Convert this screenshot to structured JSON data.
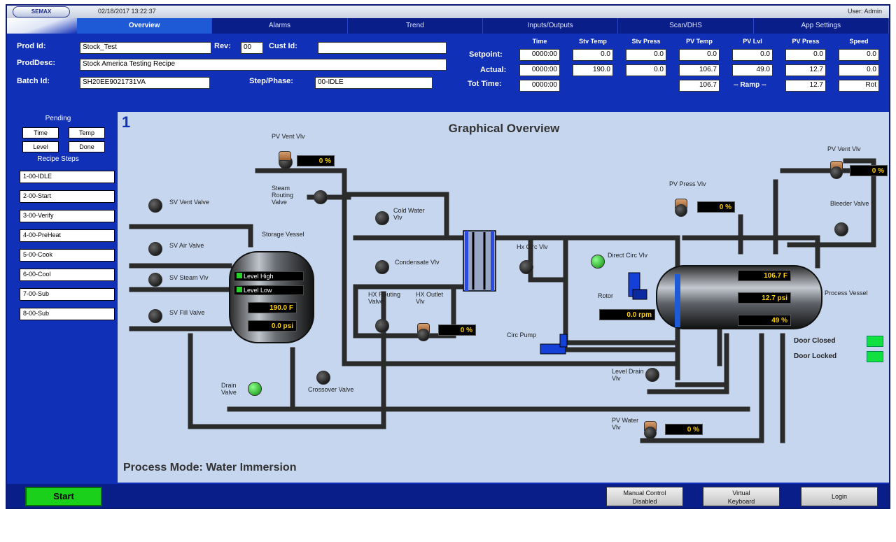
{
  "titlebar": {
    "logo": "SEMAX",
    "datetime": "02/18/2017 13:22:37",
    "user": "User: Admin"
  },
  "tabs": [
    "Overview",
    "Alarms",
    "Trend",
    "Inputs/Outputs",
    "Scan/DHS",
    "App Settings"
  ],
  "header": {
    "prod_id_label": "Prod Id:",
    "prod_id": "Stock_Test",
    "rev_label": "Rev:",
    "rev": "00",
    "cust_label": "Cust Id:",
    "cust": "",
    "prod_desc_label": "ProdDesc:",
    "prod_desc": "Stock America Testing Recipe",
    "batch_label": "Batch Id:",
    "batch": "SH20EE9021731VA",
    "step_label": "Step/Phase:",
    "step": "00-IDLE",
    "row_labels": {
      "setpoint": "Setpoint:",
      "actual": "Actual:",
      "tot_time": "Tot Time:"
    },
    "columns": [
      {
        "name": "Time",
        "setpoint": "0000:00",
        "actual": "0000:00",
        "tot": "0000:00"
      },
      {
        "name": "Stv Temp",
        "setpoint": "0.0",
        "actual": "190.0",
        "tot": ""
      },
      {
        "name": "Stv Press",
        "setpoint": "0.0",
        "actual": "0.0",
        "tot": ""
      },
      {
        "name": "PV Temp",
        "setpoint": "0.0",
        "actual": "106.7",
        "tot": "106.7"
      },
      {
        "name": "PV Lvl",
        "setpoint": "0.0",
        "actual": "49.0",
        "tot": ""
      },
      {
        "name": "PV Press",
        "setpoint": "0.0",
        "actual": "12.7",
        "tot": "12.7"
      },
      {
        "name": "Speed",
        "setpoint": "0.0",
        "actual": "0.0",
        "tot": "Rot"
      }
    ],
    "ramp_label": "-- Ramp --"
  },
  "left": {
    "pending_label": "Pending",
    "recipe_steps_label": "Recipe Steps",
    "buttons": [
      "Time",
      "Temp",
      "Level",
      "Done"
    ],
    "steps": [
      "1-00-IDLE",
      "2-00-Start",
      "3-00-Verify",
      "4-00-PreHeat",
      "5-00-Cook",
      "6-00-Cool",
      "7-00-Sub",
      "8-00-Sub"
    ]
  },
  "graphic": {
    "num": "1",
    "title": "Graphical Overview",
    "process_mode": "Process Mode: Water Immersion",
    "labels": {
      "pv_vent": "PV Vent Vlv",
      "steam_routing": "Steam Routing Valve",
      "sv_vent": "SV Vent Valve",
      "sv_air": "SV Air Valve",
      "sv_steam": "SV Steam Vlv",
      "sv_fill": "SV Fill Valve",
      "storage": "Storage Vessel",
      "cold_water": "Cold Water Vlv",
      "condensate": "Condensate Vlv",
      "hx_routing": "HX Routing Valve",
      "hx_outlet": "HX Outlet Vlv",
      "hx_circ": "Hx Circ Vlv",
      "direct_circ": "Direct Circ Vlv",
      "rotor": "Rotor",
      "circ_pump": "Circ Pump",
      "pv_press_vlv": "PV Press Vlv",
      "bleeder": "Bleeder Valve",
      "pv_vent2": "PV Vent Vlv",
      "process": "Process Vessel",
      "drain": "Drain Valve",
      "crossover": "Crossover Valve",
      "level_drain": "Level Drain Vlv",
      "pv_water": "PV Water Vlv",
      "door_closed": "Door Closed",
      "door_locked": "Door Locked"
    },
    "readouts": {
      "sv_level_high": "Level High",
      "sv_level_low": "Level Low",
      "sv_temp": "190.0 F",
      "sv_press": "0.0 psi",
      "pv_temp": "106.7 F",
      "pv_press": "12.7 psi",
      "pv_level": "49 %",
      "rotor_rpm": "0.0 rpm",
      "pv_vent_pct": "0 %",
      "hx_out_pct": "0 %",
      "press_pct": "0 %",
      "vent2_pct": "0 %",
      "water_pct": "0 %"
    }
  },
  "bottom": {
    "start": "Start",
    "manual1": "Manual Control",
    "manual2": "Disabled",
    "kb1": "Virtual",
    "kb2": "Keyboard",
    "login": "Login"
  },
  "colors": {
    "frame": "#1130b8",
    "graphic_bg": "#c6d6ee",
    "start": "#1ad01a",
    "led": "#ffd000"
  }
}
